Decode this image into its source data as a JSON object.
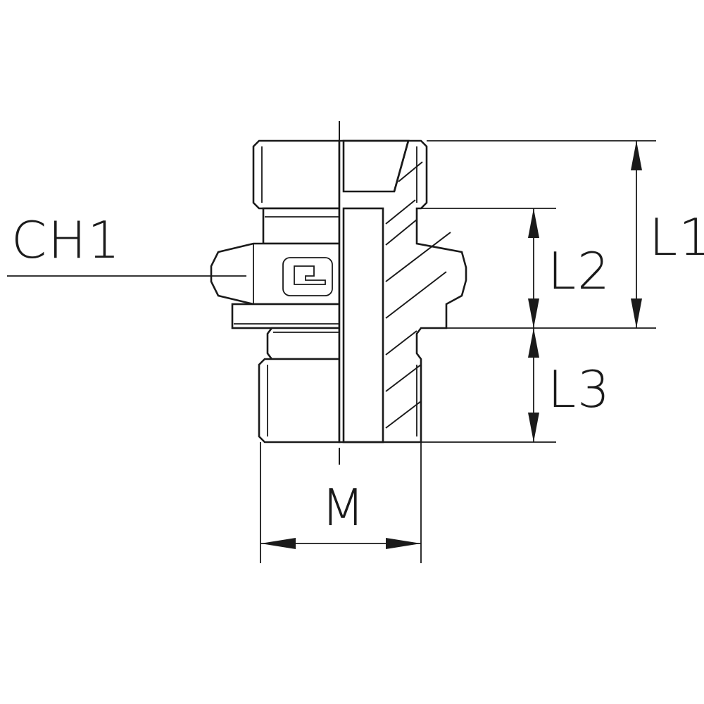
{
  "labels": {
    "ch1": "CH1",
    "l1": "L1",
    "l2": "L2",
    "l3": "L3",
    "m": "M"
  },
  "colors": {
    "line": "#1a1a1a",
    "background": "#ffffff"
  },
  "logo_icon": "parker-style-emblem-icon"
}
